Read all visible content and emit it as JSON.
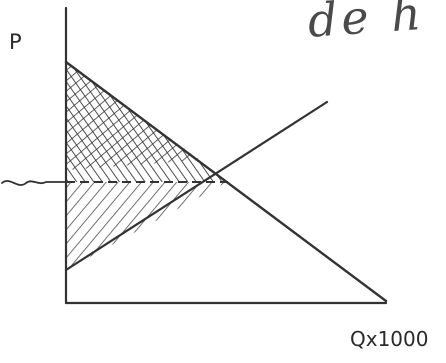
{
  "diagram": {
    "y_axis_label": "P",
    "x_axis_label": "Qx1000",
    "handwritten_note": "de h",
    "colors": {
      "ink": "#333333",
      "pencil": "#555555",
      "paper": "#ffffff"
    }
  }
}
